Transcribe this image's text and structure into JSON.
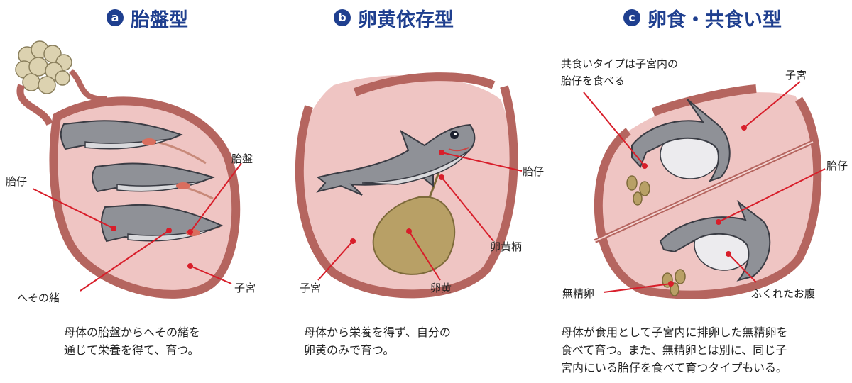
{
  "panels": [
    {
      "badge": "a",
      "title": "胎盤型",
      "labels": {
        "fetus": "胎仔",
        "placenta": "胎盤",
        "umbilical_cord": "へその緒",
        "uterus": "子宮"
      },
      "description": [
        "母体の胎盤からへその緒を",
        "通じて栄養を得て、育つ。"
      ]
    },
    {
      "badge": "b",
      "title": "卵黄依存型",
      "labels": {
        "fetus": "胎仔",
        "yolk_stalk": "卵黄柄",
        "uterus": "子宮",
        "yolk": "卵黄"
      },
      "description": [
        "母体から栄養を得ず、自分の",
        "卵黄のみで育つ。"
      ]
    },
    {
      "badge": "c",
      "title": "卵食・共食い型",
      "labels": {
        "cannibal_note": [
          "共食いタイプは子宮内の",
          "胎仔を食べる"
        ],
        "uterus": "子宮",
        "fetus": "胎仔",
        "unfertilized_egg": "無精卵",
        "swollen_belly": "ふくれたお腹"
      },
      "description": [
        "母体が食用として子宮内に排卵した無精卵を",
        "食べて育つ。また、無精卵とは別に、同じ子",
        "宮内にいる胎仔を食べて育つタイプもいる。"
      ]
    }
  ],
  "colors": {
    "title": "#1f3f8f",
    "leader": "#d81e2a",
    "uterus_fill": "#efc5c3",
    "uterus_wall": "#b5655f",
    "shark": "#8f9197",
    "yolk": "#b8a066"
  }
}
